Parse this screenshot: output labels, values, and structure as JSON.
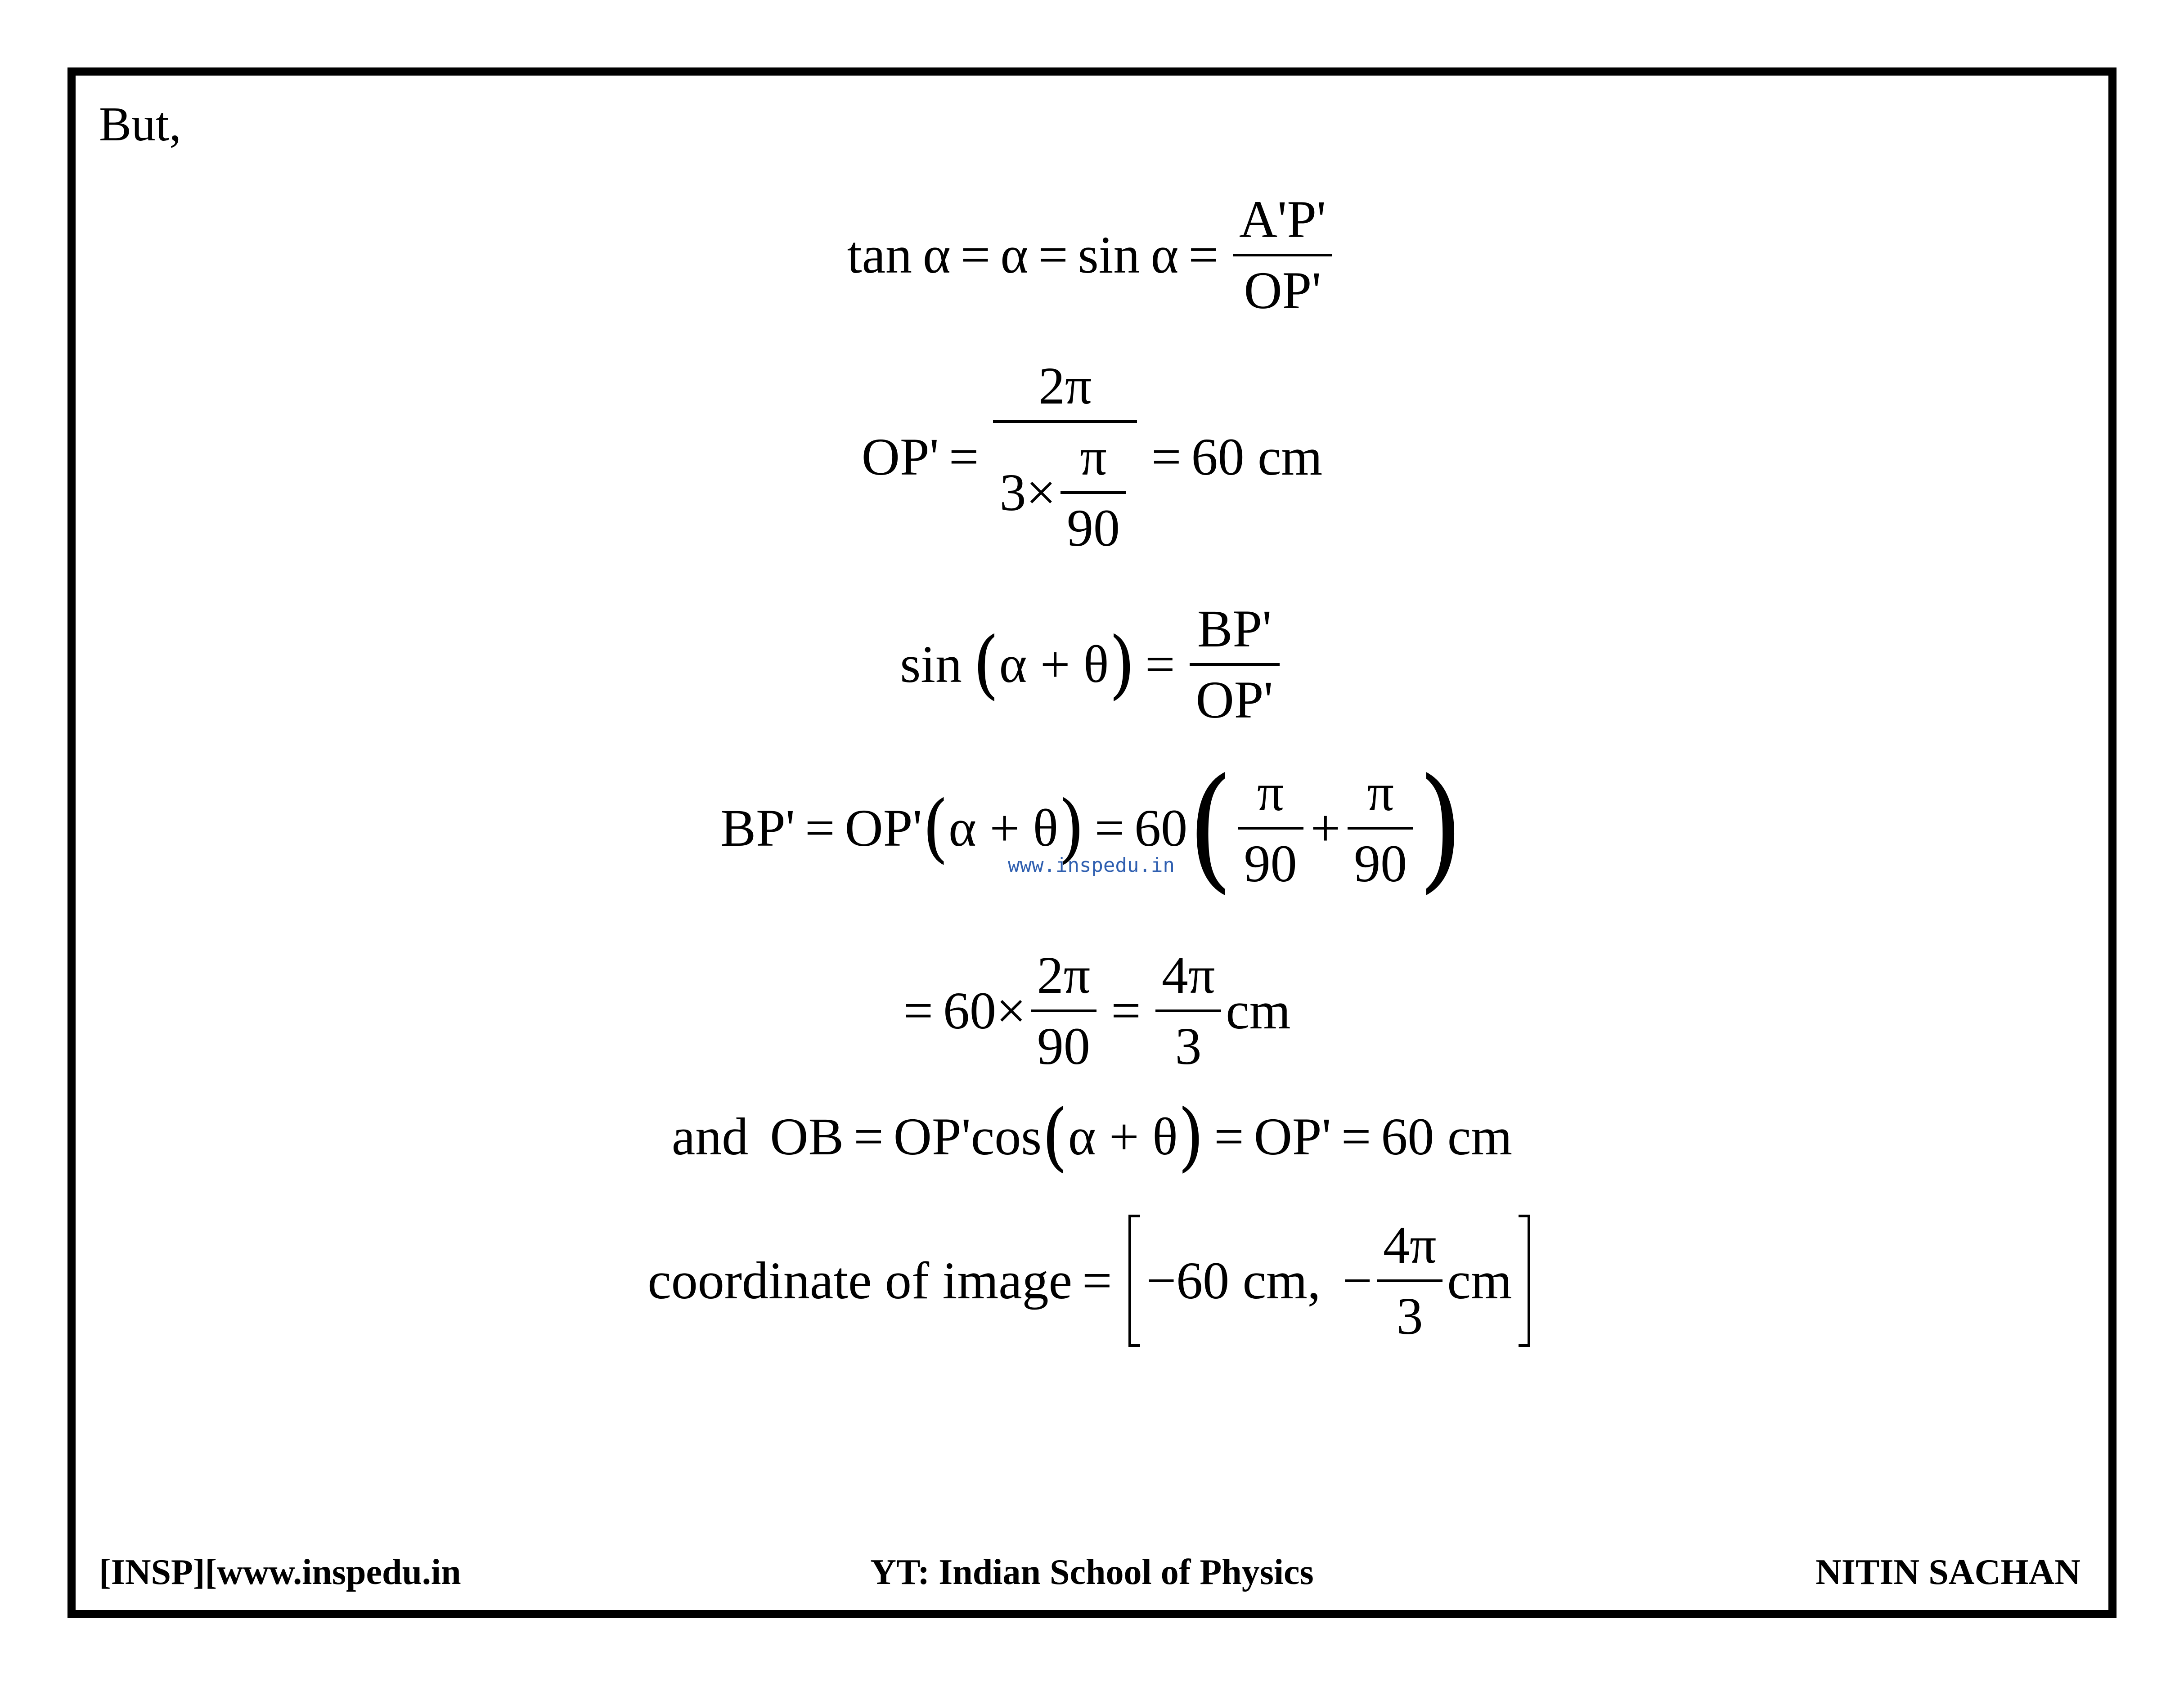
{
  "intro": "But,",
  "eq1": {
    "tan": "tan",
    "alpha1": "α",
    "eq_a": "=",
    "alpha2": "α",
    "eq_b": "=",
    "sin": "sin",
    "alpha3": "α",
    "eq_c": "=",
    "num": "A'P'",
    "den": "OP'"
  },
  "eq2": {
    "lhs": "OP'",
    "eq_a": "=",
    "num": "2π",
    "den_coef": "3×",
    "den_num": "π",
    "den_den": "90",
    "eq_b": "=",
    "rhs": "60 cm"
  },
  "eq3": {
    "sin": "sin",
    "lparen": "(",
    "inner": "α + θ",
    "rparen": ")",
    "eq": "=",
    "num": "BP'",
    "den": "OP'"
  },
  "eq4": {
    "lhs": "BP'",
    "eq_a": "=",
    "op": "OP'",
    "lparen": "(",
    "inner": "α + θ",
    "rparen": ")",
    "eq_b": "=",
    "coef": "60",
    "lparen2": "(",
    "f1_num": "π",
    "f1_den": "90",
    "plus": "+",
    "f2_num": "π",
    "f2_den": "90",
    "rparen2": ")"
  },
  "watermark": "www.inspedu.in",
  "eq5": {
    "eq_a": "=",
    "coef": "60×",
    "f1_num": "2π",
    "f1_den": "90",
    "eq_b": "=",
    "f2_num": "4π",
    "f2_den": "3",
    "unit": "cm"
  },
  "eq6": {
    "and": "and",
    "lhs": "OB",
    "eq_a": "=",
    "op": "OP'cos",
    "lparen": "(",
    "inner": "α + θ",
    "rparen": ")",
    "eq_b": "=",
    "mid": "OP'",
    "eq_c": "=",
    "rhs": "60 cm"
  },
  "eq7": {
    "label": "coordinate of image",
    "eq": "=",
    "x": "−60 cm,",
    "minus": "−",
    "num": "4π",
    "den": "3",
    "unit": "cm"
  },
  "footer": {
    "left": "[INSP][www.inspedu.in",
    "center": "YT: Indian School of Physics",
    "right": "NITIN SACHAN"
  }
}
